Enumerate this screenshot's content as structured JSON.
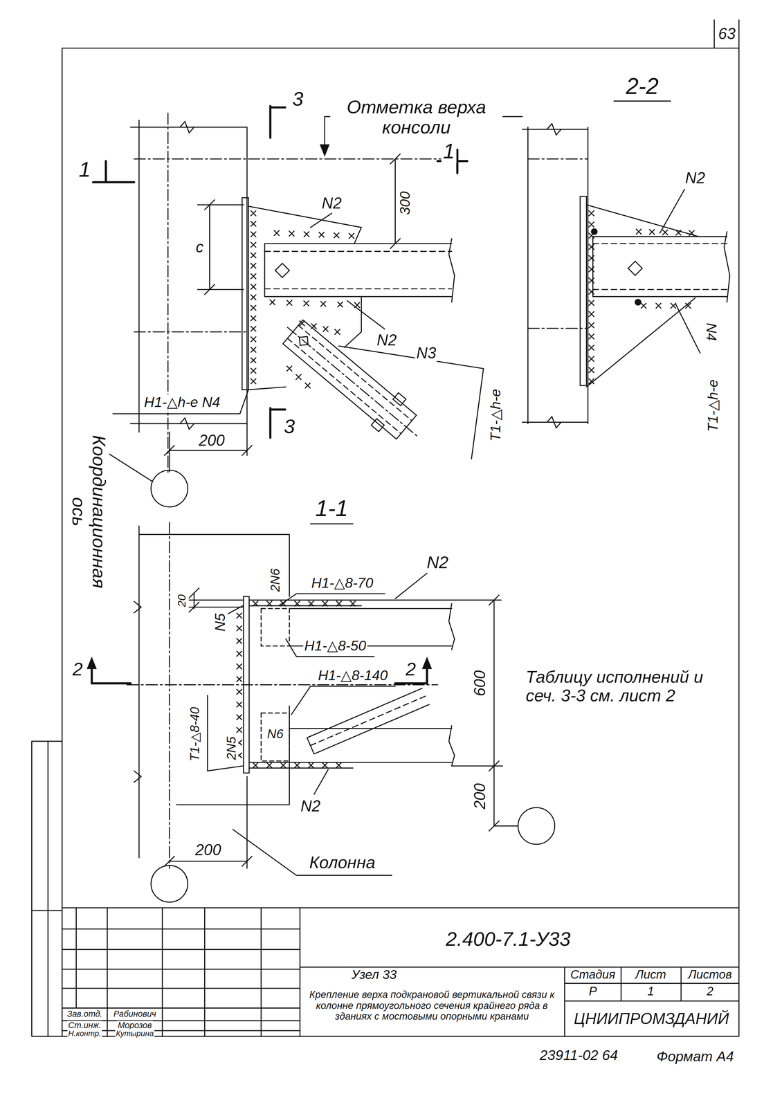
{
  "diagram": {
    "labels": [
      "63",
      "3",
      "Отметка верха консоли",
      "2-2",
      "1",
      "1",
      "N2",
      "с",
      "300",
      "N2",
      "N3",
      "Н1-△h-е N4",
      "200",
      "3",
      "Т1-△h-е",
      "N2",
      "N4",
      "Т1-△h-е",
      "Координационная ось",
      "1-1",
      "20",
      "2N6",
      "Н1-△8-70",
      "N2",
      "N5",
      "Н1-△8-50",
      "2",
      "2",
      "Н1-△8-140",
      "N6",
      "Т1-△8-40",
      "2N5",
      "600",
      "N2",
      "200",
      "200",
      "Колонна",
      "Таблицу исполнений и сеч. 3-3 см. лист 2",
      "2.400-7.1-У33",
      "Узел 33",
      "Крепление верха подкрановой вертикальной связи к колонне прямоугольного сечения крайнего ряда в зданиях с мостовыми опорными кранами",
      "Стадия",
      "Лист",
      "Листов",
      "Р",
      "1",
      "2",
      "ЦНИИПРОМЗДАНИЙ",
      "Зав.отд.",
      "Рабинович",
      "Ст.инж.",
      "Морозов",
      "Н.контр.",
      "Кутырина",
      "23911-02 64",
      "Формат А4"
    ]
  }
}
